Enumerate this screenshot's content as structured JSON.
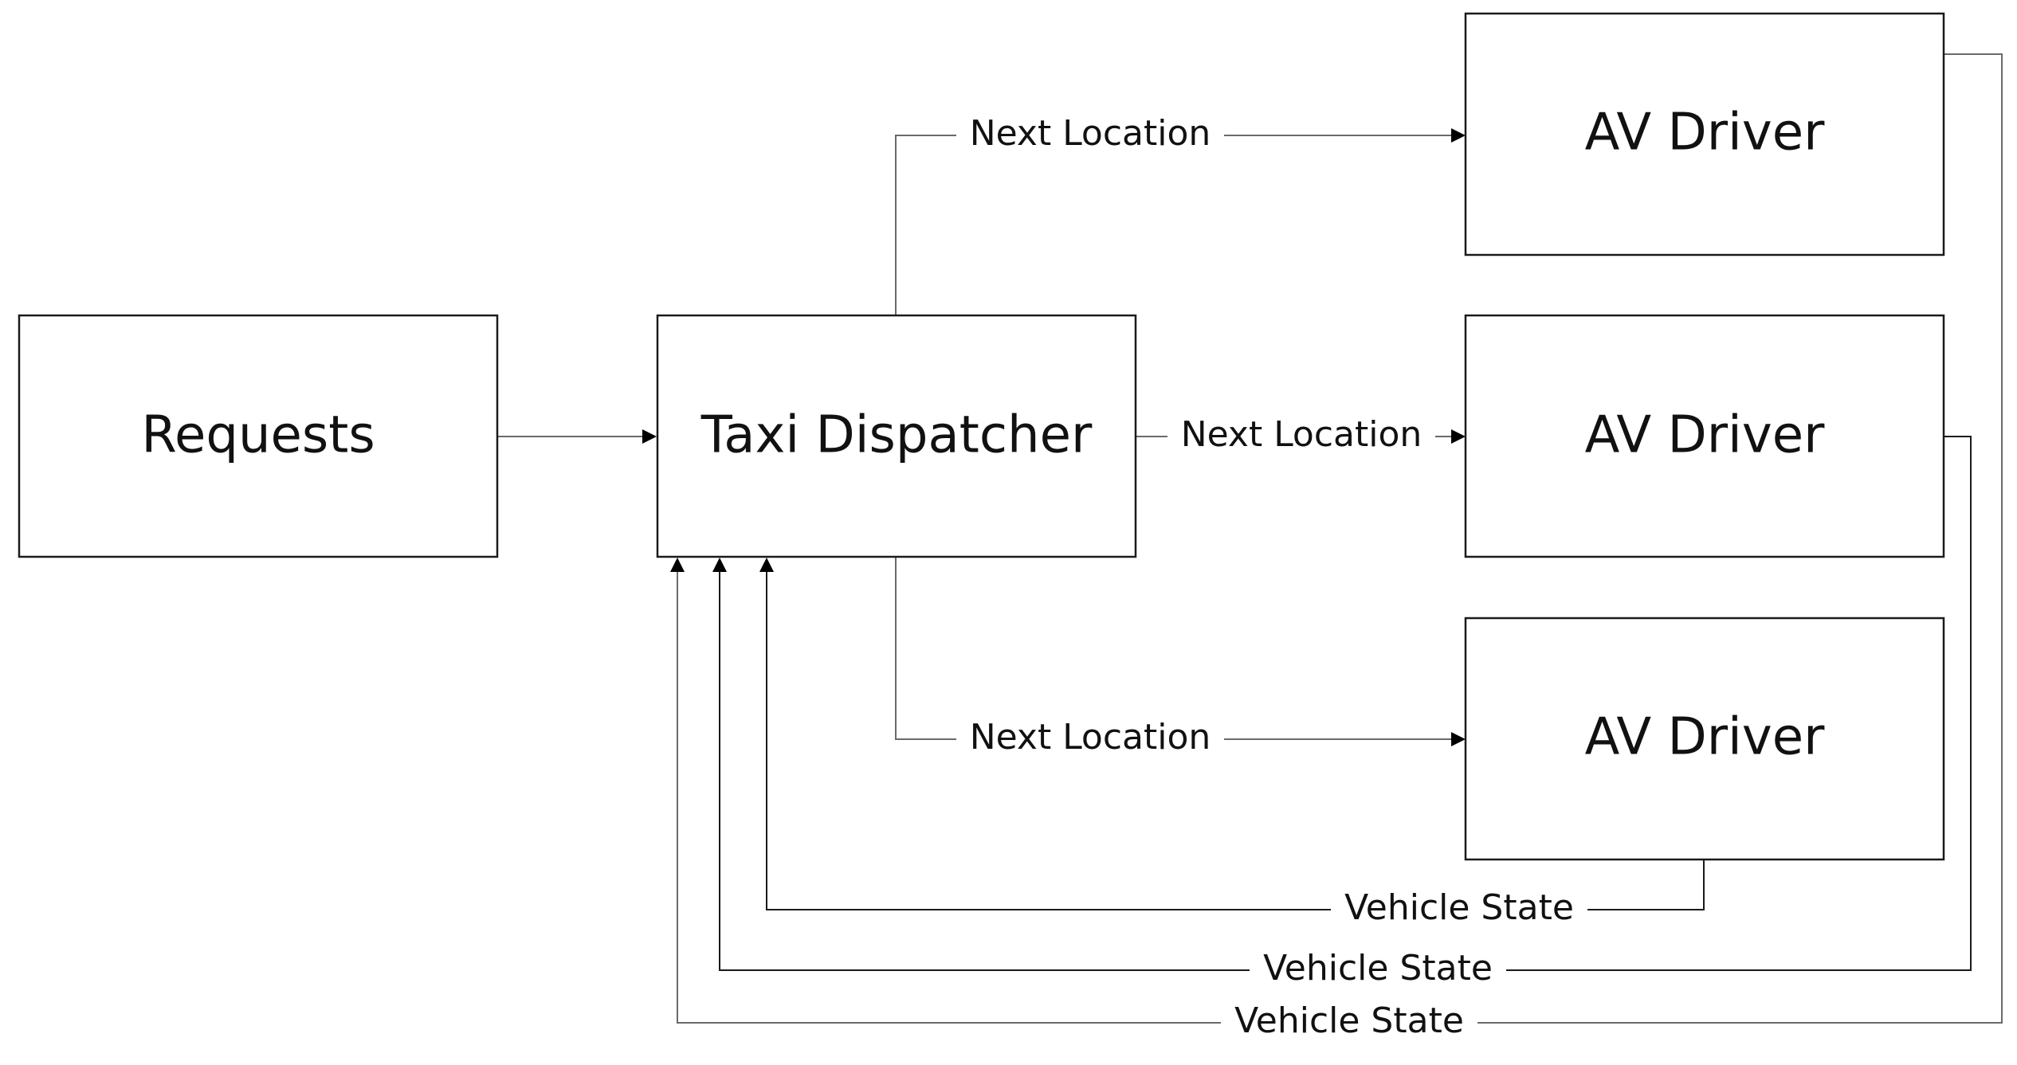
{
  "nodes": {
    "requests": "Requests",
    "dispatcher": "Taxi Dispatcher",
    "driver_top": "AV Driver",
    "driver_mid": "AV Driver",
    "driver_bottom": "AV Driver"
  },
  "edges": {
    "next_top": "Next Location",
    "next_mid": "Next Location",
    "next_bottom": "Next Location",
    "state_bottom": "Vehicle State",
    "state_mid": "Vehicle State",
    "state_top": "Vehicle State"
  },
  "colors": {
    "box_stroke": "#1a1a1a",
    "line": "#6a6a6a",
    "arrow": "#000000",
    "text": "#111111"
  }
}
